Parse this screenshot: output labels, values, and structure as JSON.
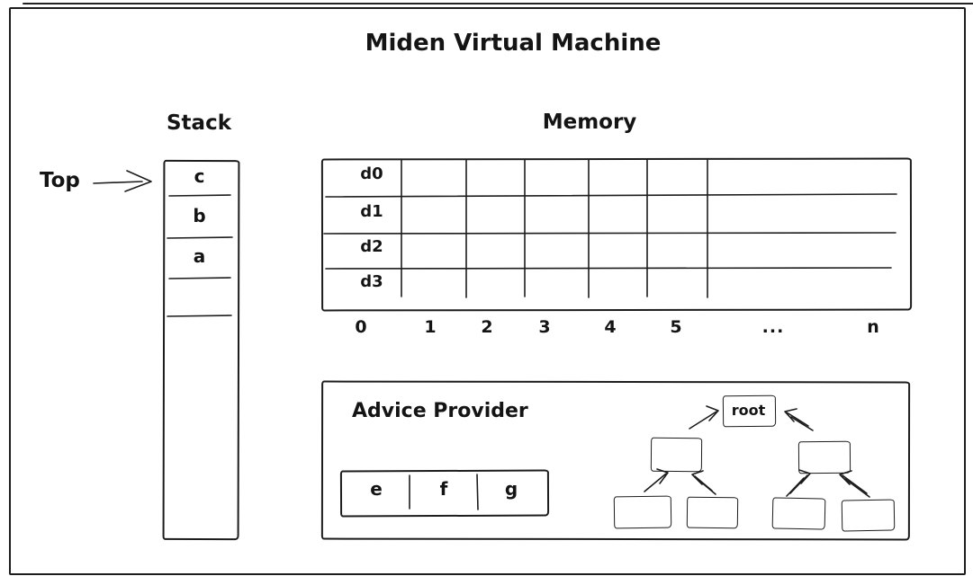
{
  "title": "Miden Virtual Machine",
  "colors": {
    "ink": "#1c1c1c",
    "background": "#ffffff"
  },
  "stack": {
    "label": "Stack",
    "top_pointer_label": "Top",
    "cells": [
      "c",
      "b",
      "a",
      "",
      ""
    ]
  },
  "memory": {
    "label": "Memory",
    "row_labels": [
      "d0",
      "d1",
      "d2",
      "d3"
    ],
    "column_labels": [
      "0",
      "1",
      "2",
      "3",
      "4",
      "5",
      "...",
      "n"
    ]
  },
  "advice_provider": {
    "label": "Advice Provider",
    "tape_cells": [
      "e",
      "f",
      "g"
    ],
    "merkle_tree": {
      "root_label": "root"
    }
  }
}
